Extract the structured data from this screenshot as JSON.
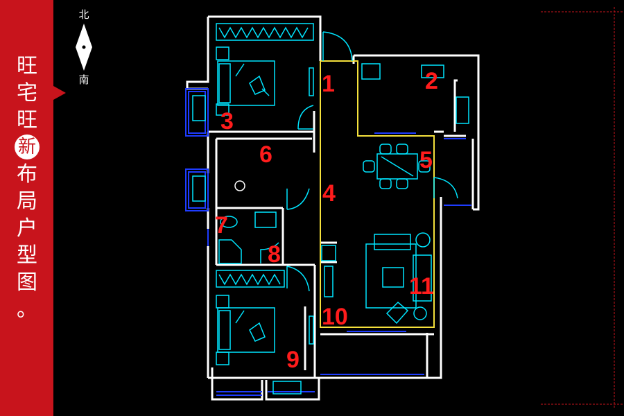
{
  "sidebar": {
    "title_chars": [
      "旺",
      "宅",
      "旺",
      "新",
      "布",
      "局",
      "户",
      "型",
      "图",
      "。"
    ],
    "highlight_index": 3
  },
  "compass": {
    "north": "北",
    "south": "南"
  },
  "rooms": {
    "r1": "1",
    "r2": "2",
    "r3": "3",
    "r4": "4",
    "r5": "5",
    "r6": "6",
    "r7": "7",
    "r8": "8",
    "r9": "9",
    "r10": "10",
    "r11": "11"
  },
  "colors": {
    "sidebar": "#c8141c",
    "walls": "#ffffff",
    "furniture": "#00e5ff",
    "windows": "#1e3cff",
    "zone_outline": "#f5e13c",
    "room_numbers": "#ff1c1c",
    "frame_lines": "#c8141c"
  }
}
